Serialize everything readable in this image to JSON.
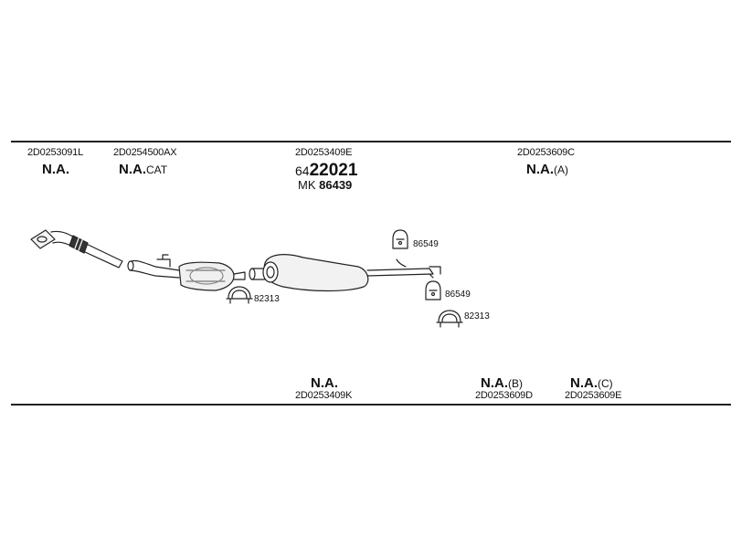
{
  "top_row": {
    "items": [
      {
        "code": "2D0253091L",
        "na": "N.A.",
        "suffix": ""
      },
      {
        "code": "2D0254500AX",
        "na": "N.A.",
        "suffix": "CAT"
      },
      {
        "code": "2D0253609C",
        "na": "N.A.",
        "suffix": "(A)"
      }
    ],
    "middle": {
      "code": "2D0253409E",
      "alt_prefix": "64",
      "alt_number": "22021",
      "mk_prefix": "MK",
      "mk_number": "86439"
    }
  },
  "parts": {
    "clamp_1": "82313",
    "hanger_1": "86549",
    "hanger_2": "86549",
    "clamp_2": "82313"
  },
  "bottom_row": {
    "items": [
      {
        "na": "N.A.",
        "suffix": "",
        "code": "2D0253409K"
      },
      {
        "na": "N.A.",
        "suffix": "(B)",
        "code": "2D0253609D"
      },
      {
        "na": "N.A.",
        "suffix": "(C)",
        "code": "2D0253609E"
      }
    ]
  }
}
